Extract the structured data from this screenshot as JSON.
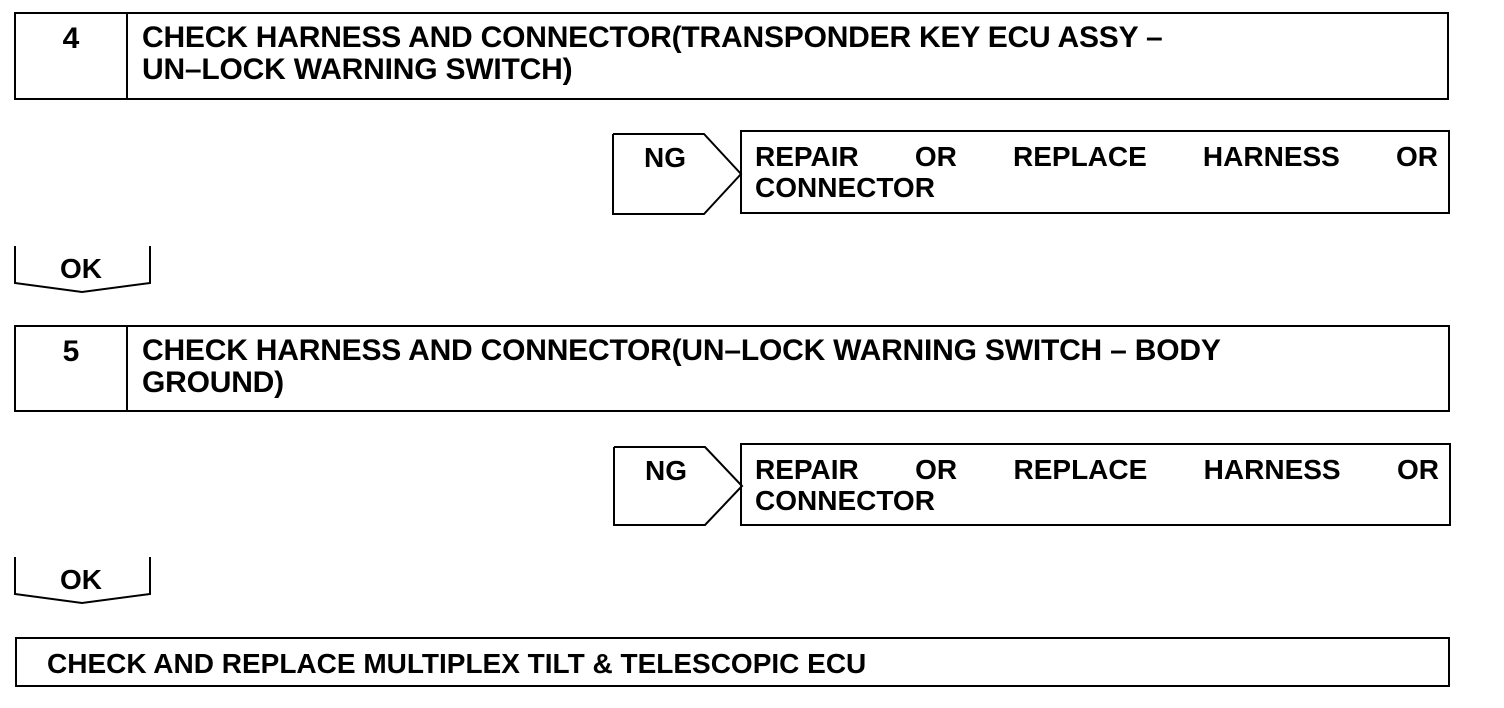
{
  "steps": [
    {
      "number": "4",
      "title_line1": "CHECK HARNESS AND CONNECTOR(TRANSPONDER KEY ECU ASSY –",
      "title_line2": "UN–LOCK WARNING SWITCH)",
      "ng_label": "NG",
      "ng_action": "REPAIR OR REPLACE HARNESS OR CONNECTOR",
      "ok_label": "OK"
    },
    {
      "number": "5",
      "title_line1": "CHECK HARNESS AND CONNECTOR(UN–LOCK WARNING SWITCH – BODY",
      "title_line2": "GROUND)",
      "ng_label": "NG",
      "ng_action": "REPAIR OR REPLACE HARNESS OR CONNECTOR",
      "ok_label": "OK"
    }
  ],
  "final_action": "CHECK AND REPLACE MULTIPLEX TILT & TELESCOPIC ECU"
}
